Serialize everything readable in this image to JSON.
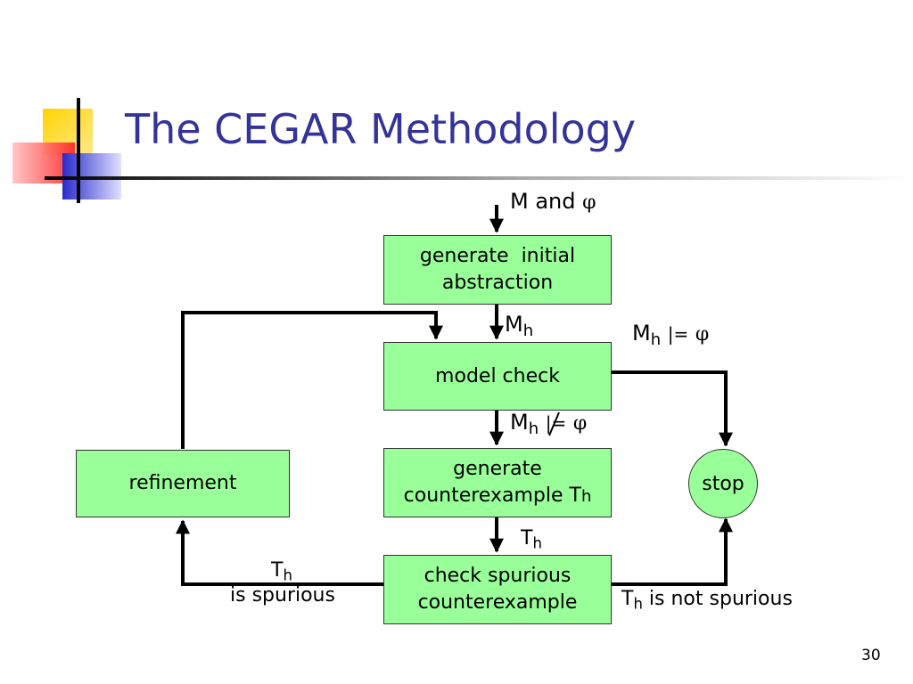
{
  "slide": {
    "title": "The CEGAR Methodology",
    "page_number": "30"
  },
  "diagram": {
    "input_label": {
      "main": "M and",
      "symbol": "φ"
    },
    "boxes": {
      "generate_initial_abstraction": {
        "line1": "generate  initial",
        "line2": "abstraction"
      },
      "model_check": "model check",
      "generate_counterexample": {
        "line1": "generate",
        "line2": "counterexample T",
        "sub": "h"
      },
      "check_spurious": {
        "line1": "check spurious",
        "line2": "counterexample"
      },
      "refinement": "refinement",
      "stop": "stop"
    },
    "labels": {
      "mh_after_init": {
        "main": "M",
        "sub": "h"
      },
      "satisfies": {
        "main": "M",
        "sub": "h",
        "op": "|=",
        "symbol": "φ"
      },
      "not_satisfies": {
        "main": "M",
        "sub": "h",
        "op": "|=",
        "symbol": "φ"
      },
      "th_after_gen": {
        "main": "T",
        "sub": "h"
      },
      "th_is_spurious": {
        "main": "T",
        "sub": "h",
        "text": "is spurious"
      },
      "th_not_spurious": {
        "main": "T",
        "sub": "h",
        "text": "is not spurious"
      }
    },
    "colors": {
      "box_fill": "#99ff99",
      "title": "#333399",
      "deco_yellow": "#ffcc00",
      "deco_red": "#ff3333",
      "deco_blue": "#3333cc"
    }
  }
}
